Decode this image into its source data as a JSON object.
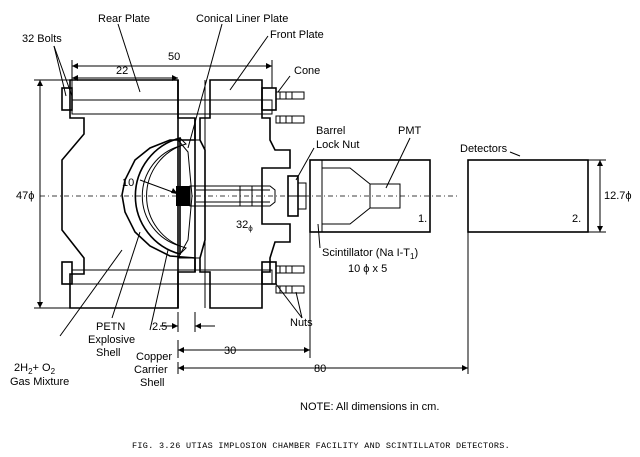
{
  "labels": {
    "rear_plate": "Rear Plate",
    "conical_liner_plate": "Conical Liner Plate",
    "front_plate": "Front Plate",
    "bolts": "32 Bolts",
    "cone": "Cone",
    "barrel_lock_nut_1": "Barrel",
    "barrel_lock_nut_2": "Lock Nut",
    "pmt": "PMT",
    "detectors": "Detectors",
    "nuts": "Nuts",
    "petn_1": "PETN",
    "petn_2": "Explosive",
    "petn_3": "Shell",
    "copper_1": "Copper",
    "copper_2": "Carrier",
    "copper_3": "Shell",
    "gas_1": "2H",
    "gas_sub": "2",
    "gas_2": "+ O",
    "gas_sub2": "2",
    "gas_3": "Gas Mixture",
    "scint_1": "Scintillator (Na I-T",
    "scint_sub": "1",
    "scint_2": ")",
    "scint_3": "10 ϕ x 5",
    "det1": "1.",
    "det2": "2."
  },
  "dimensions": {
    "d50": "50",
    "d22": "22",
    "d47": "47ϕ",
    "d10": "10",
    "d32": "32",
    "d32_sub": "ϕ",
    "d12_7": "12.7ϕ",
    "d2_5": "2.5",
    "d30": "30",
    "d80": "80"
  },
  "note": "NOTE: All dimensions in cm.",
  "caption": "FIG. 3.26  UTIAS IMPLOSION CHAMBER FACILITY AND SCINTILLATOR DETECTORS."
}
